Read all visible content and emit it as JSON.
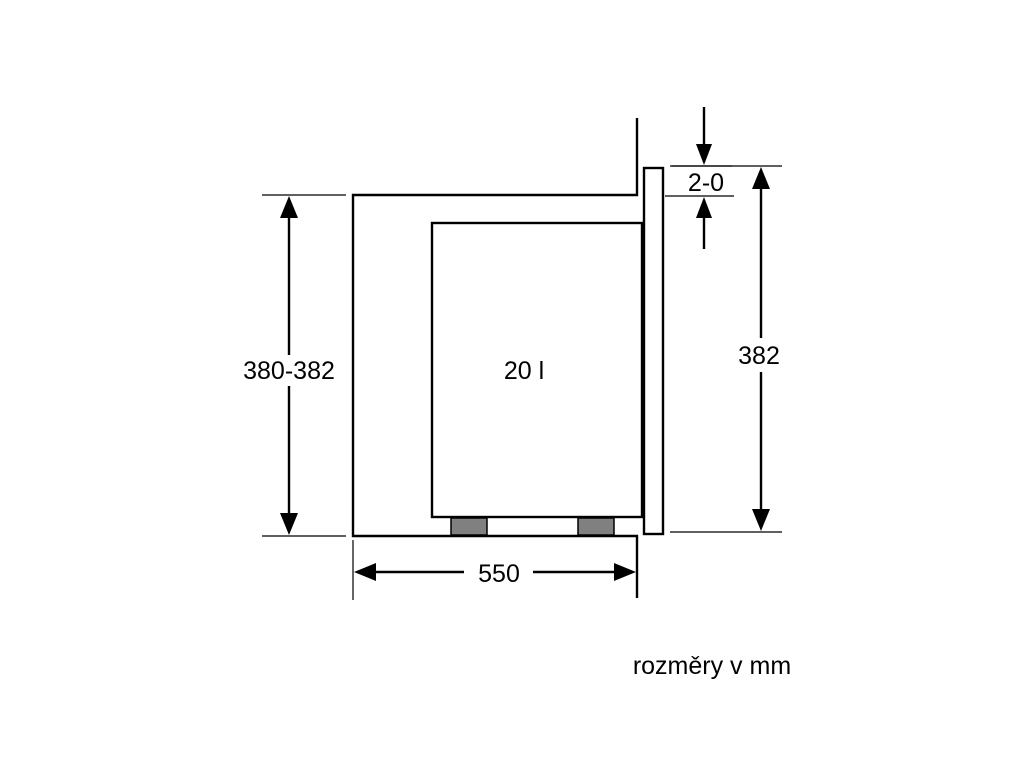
{
  "diagram": {
    "labels": {
      "height_left": "380-382",
      "height_right": "382",
      "depth": "550",
      "gap": "2-0",
      "volume": "20 l",
      "units": "rozměry v mm"
    },
    "colors": {
      "line": "#000000",
      "foot": "#808080",
      "background": "#ffffff"
    }
  }
}
